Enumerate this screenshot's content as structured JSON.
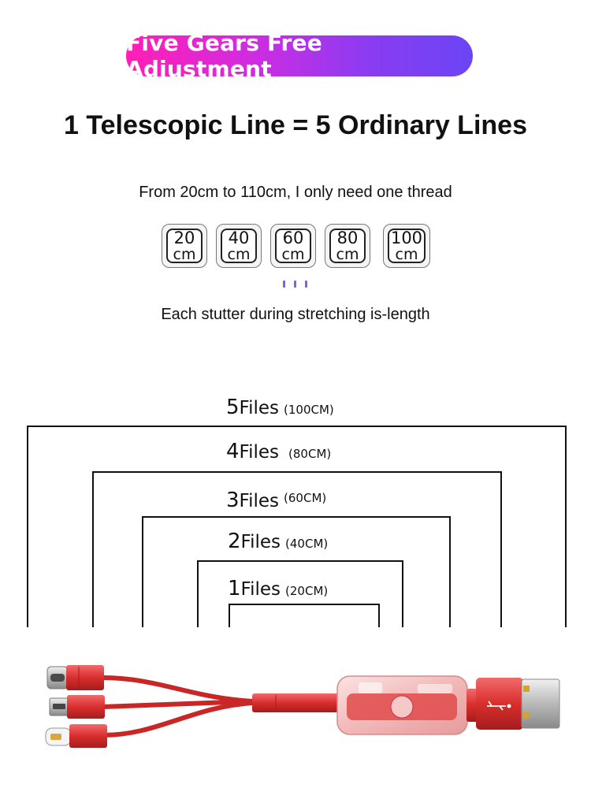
{
  "banner": {
    "text": "Five Gears Free Adjustment"
  },
  "headline": "1 Telescopic Line = 5 Ordinary Lines",
  "subline": "From 20cm to 110cm, I only need one thread",
  "chips": [
    {
      "num": "20",
      "unit": "cm"
    },
    {
      "num": "40",
      "unit": "cm"
    },
    {
      "num": "60",
      "unit": "cm"
    },
    {
      "num": "80",
      "unit": "cm"
    },
    {
      "num": "100",
      "unit": "cm"
    }
  ],
  "note": "Each stutter during stretching is-length",
  "levels": [
    {
      "num": "5",
      "word": "Files",
      "len": "(100CM)"
    },
    {
      "num": "4",
      "word": "Files",
      "len": "(80CM)"
    },
    {
      "num": "3",
      "word": "Files",
      "len": "(60CM)"
    },
    {
      "num": "2",
      "word": "Files",
      "len": "(40CM)"
    },
    {
      "num": "1",
      "word": "Files",
      "len": "(20CM)"
    }
  ],
  "colors": {
    "banner_start": "#ff1fb4",
    "banner_end": "#6a45f5",
    "cable": "#e23b3b",
    "dots": "#8b5ce0"
  }
}
